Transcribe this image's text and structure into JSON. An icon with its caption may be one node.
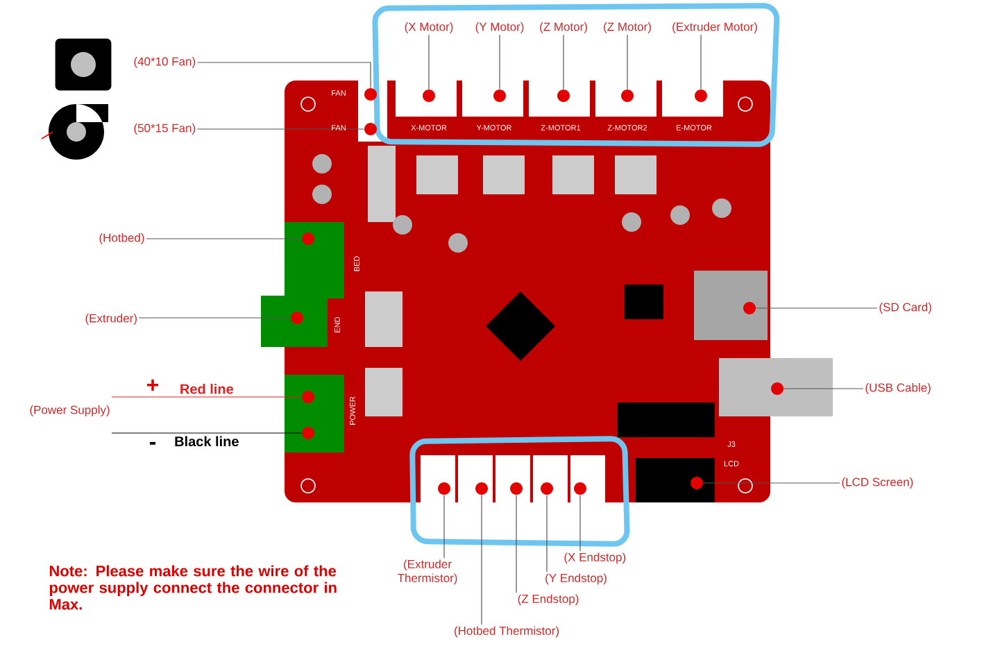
{
  "diagram": {
    "nodes": [
      {
        "text": [
          "(X Motor)"
        ]
      },
      {
        "text": [
          "(Y Motor)"
        ]
      },
      {
        "text": [
          "(Z Motor)"
        ]
      },
      {
        "text": [
          "(Z Motor)"
        ]
      },
      {
        "text": [
          "(Extruder Motor)"
        ]
      },
      {
        "text": [
          "(40*10 Fan)"
        ]
      },
      {
        "text": [
          "(50*15 Fan)"
        ]
      },
      {
        "text": [
          "(Hotbed)"
        ]
      },
      {
        "text": [
          "(Extruder)"
        ]
      },
      {
        "text": [
          "(SD Card)"
        ]
      },
      {
        "text": [
          "(USB Cable)"
        ]
      },
      {
        "text": [
          "(Power Supply)"
        ]
      },
      {
        "text": [
          "(LCD Screen)"
        ]
      },
      {
        "text": [
          "(X Endstop)"
        ]
      },
      {
        "text": [
          "(Y Endstop)"
        ]
      },
      {
        "text": [
          "(Z Endstop)"
        ]
      },
      {
        "text": [
          "(Extruder Thermistor)"
        ]
      },
      {
        "text": [
          "(Hotbed Thermistor)"
        ]
      },
      {
        "text": [],
        "shape": "circle"
      },
      {
        "text": [],
        "shape": "circle"
      },
      {
        "text": [],
        "shape": "circle"
      },
      {
        "text": [],
        "shape": "circle"
      },
      {
        "text": [],
        "shape": "circle"
      },
      {
        "text": [],
        "shape": "circle"
      },
      {
        "text": [],
        "shape": "circle"
      },
      {
        "text": [],
        "shape": "circle"
      },
      {
        "text": [],
        "shape": "circle"
      },
      {
        "text": [],
        "shape": "circle"
      },
      {
        "text": [],
        "shape": "circle"
      },
      {
        "text": [],
        "shape": "circle"
      },
      {
        "text": [],
        "shape": "circle"
      },
      {
        "text": [],
        "shape": "circle"
      },
      {
        "text": [],
        "shape": "circle"
      },
      {
        "text": [],
        "shape": "circle"
      },
      {
        "text": [],
        "shape": "circle"
      },
      {
        "text": [],
        "shape": "circle"
      },
      {
        "text": [],
        "shape": "circle"
      }
    ],
    "edges": [
      {
        "from": 0,
        "to": 20,
        "arrow": "none"
      },
      {
        "from": 1,
        "to": 21,
        "arrow": "none"
      },
      {
        "from": 2,
        "to": 22,
        "arrow": "none"
      },
      {
        "from": 3,
        "to": 23,
        "arrow": "none"
      },
      {
        "from": 4,
        "to": 24,
        "arrow": "none"
      },
      {
        "from": 5,
        "to": 18,
        "arrow": "none"
      },
      {
        "from": 6,
        "to": 19,
        "arrow": "none"
      },
      {
        "from": 7,
        "to": 25,
        "arrow": "none"
      },
      {
        "from": 8,
        "to": 26,
        "arrow": "none"
      },
      {
        "from": 9,
        "to": 27,
        "arrow": "none"
      },
      {
        "from": 10,
        "to": 28,
        "arrow": "none"
      },
      {
        "from": 11,
        "to": 29,
        "arrow": "none",
        "label": "Red line",
        "color": "#e02020"
      },
      {
        "from": 11,
        "to": 30,
        "arrow": "none",
        "label": "Black line",
        "color": "#000000"
      },
      {
        "from": 12,
        "to": 31,
        "arrow": "none"
      },
      {
        "from": 13,
        "to": 36,
        "arrow": "none"
      },
      {
        "from": 14,
        "to": 35,
        "arrow": "none"
      },
      {
        "from": 15,
        "to": 34,
        "arrow": "none"
      },
      {
        "from": 16,
        "to": 32,
        "arrow": "none"
      },
      {
        "from": 17,
        "to": 33,
        "arrow": "none"
      }
    ],
    "labels": [
      "X-MOTOR",
      "Y-MOTOR",
      "Z-MOTOR1",
      "Z-MOTOR2",
      "E-MOTOR",
      "FAN",
      "FAN",
      "BED",
      "END",
      "+",
      "-",
      "POWER",
      "J3",
      "LCD",
      "Note: Please make sure the wire of the power supply connect the connector in Max."
    ]
  }
}
